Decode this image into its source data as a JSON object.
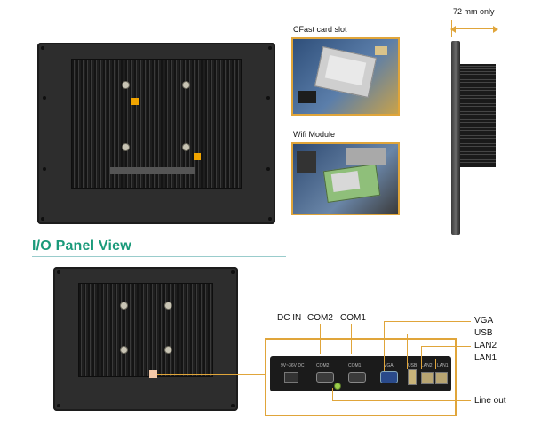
{
  "labels": {
    "cfast": "CFast card slot",
    "wifi": "Wifi Module",
    "side_width": "72 mm only",
    "section_title": "I/O Panel View"
  },
  "io_callouts": {
    "dc_in": "DC IN",
    "com2": "COM2",
    "com1": "COM1",
    "vga": "VGA",
    "usb": "USB",
    "lan2": "LAN2",
    "lan1": "LAN1",
    "line_out": "Line out"
  },
  "strip_labels": {
    "dc": "9V~36V DC",
    "com2": "COM2",
    "com1": "COM1",
    "vga": "VGA",
    "usb": "USB",
    "lan2": "LAN2",
    "lan1": "LAN1"
  },
  "colors": {
    "accent_orange": "#e0a53a",
    "heading_teal": "#1a9a7a",
    "marker_orange": "#f0a400",
    "marker_peach": "#f4c8a8"
  }
}
